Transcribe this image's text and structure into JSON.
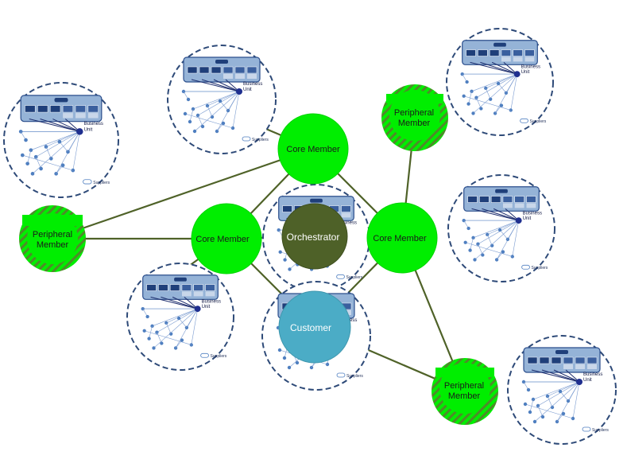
{
  "colors": {
    "member_fill": "#00ee00",
    "member_stroke": "#00d400",
    "orchestrator_fill": "#4e6128",
    "customer_fill": "#4bacc6",
    "link": "#4f6228",
    "cluster_ring": "#2e4a78",
    "org_panel": "#95b3d7",
    "org_panel_border": "#2b4e8c",
    "org_dot": "#4f7fc0",
    "hub_dot": "#1f2f8f"
  },
  "nodes": {
    "orchestrator": "Orchestrator",
    "customer": "Customer",
    "core_top": "Core Member",
    "core_left": "Core Member",
    "core_right": "Core Member",
    "peripheral_left_line1": "Peripheral",
    "peripheral_left_line2": "Member",
    "peripheral_top_line1": "Peripheral",
    "peripheral_top_line2": "Member",
    "peripheral_bottom_line1": "Peripheral",
    "peripheral_bottom_line2": "Member"
  },
  "cluster": {
    "business_unit_line1": "Business",
    "business_unit_line2": "Unit",
    "suppliers": "Suppliers"
  },
  "icons": {
    "cluster_icon": "organization-network-icon"
  }
}
